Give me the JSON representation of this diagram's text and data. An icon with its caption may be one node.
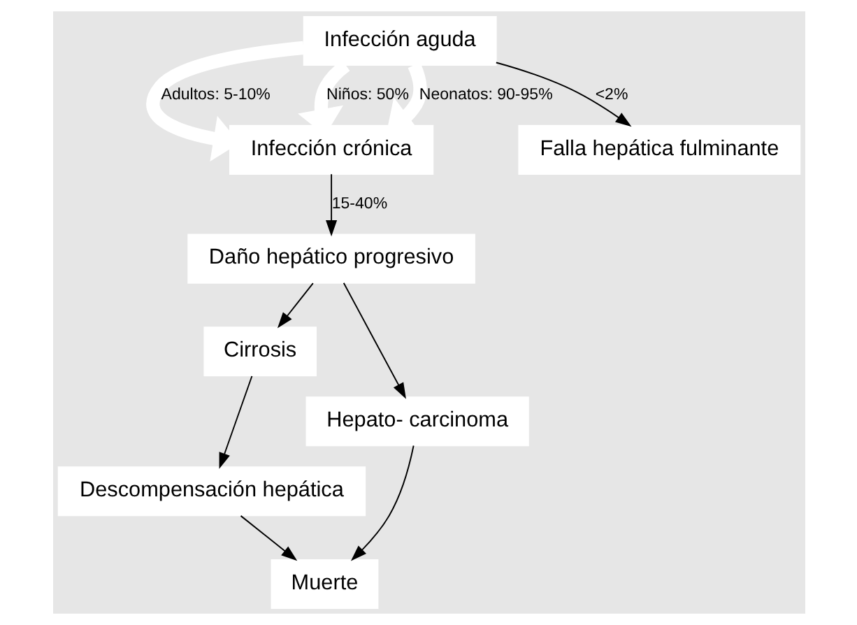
{
  "diagram": {
    "nodes": [
      {
        "text": [
          "Infección aguda"
        ]
      },
      {
        "text": [
          "Infección crónica"
        ]
      },
      {
        "text": [
          "Daño hepático progresivo"
        ]
      },
      {
        "text": [
          "Falla hepática fulminante"
        ]
      },
      {
        "text": [
          "Cirrosis"
        ]
      },
      {
        "text": [
          "Hepato- carcinoma"
        ]
      },
      {
        "text": [
          "Descompensación hepática"
        ]
      },
      {
        "text": [
          "Muerte"
        ]
      }
    ],
    "edges": [
      {
        "from": 0,
        "to": 1,
        "arrow": "to",
        "label": "Adultos: 5-10%",
        "style": "thick",
        "color": "#ffffff"
      },
      {
        "from": 0,
        "to": 1,
        "arrow": "to",
        "label": "Niños: 50%",
        "style": "thick",
        "color": "#ffffff"
      },
      {
        "from": 0,
        "to": 1,
        "arrow": "to",
        "label": "Neonatos: 90-95%",
        "style": "thick",
        "color": "#ffffff"
      },
      {
        "from": 1,
        "to": 2,
        "arrow": "to",
        "label": "15-40%"
      },
      {
        "from": 0,
        "to": 3,
        "arrow": "to",
        "label": "<2%"
      },
      {
        "from": 2,
        "to": 4,
        "arrow": "to"
      },
      {
        "from": 2,
        "to": 5,
        "arrow": "to"
      },
      {
        "from": 4,
        "to": 6,
        "arrow": "to"
      },
      {
        "from": 6,
        "to": 7,
        "arrow": "to"
      },
      {
        "from": 5,
        "to": 7,
        "arrow": "to"
      }
    ]
  }
}
